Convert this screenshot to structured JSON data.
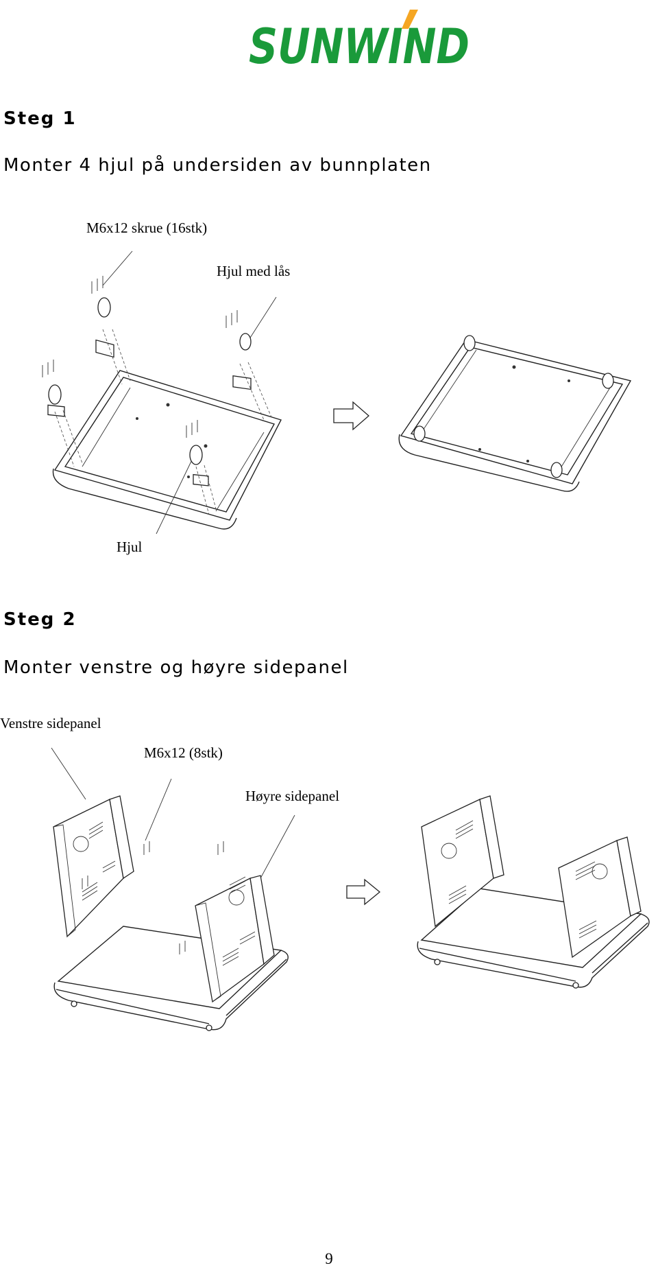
{
  "header": {
    "brand": "SUNWIND",
    "brand_color": "#1a9a3a",
    "accent_color": "#f5a623"
  },
  "step1": {
    "heading": "Steg 1",
    "instruction": "Monter 4 hjul på undersiden av bunnplaten",
    "labels": {
      "screws": "M6x12 skrue (16stk)",
      "locking_wheel": "Hjul med lås",
      "wheel": "Hjul"
    }
  },
  "step2": {
    "heading": "Steg 2",
    "instruction": "Monter venstre og høyre sidepanel",
    "labels": {
      "left_panel": "Venstre sidepanel",
      "screws": "M6x12 (8stk)",
      "right_panel": "Høyre sidepanel"
    }
  },
  "footer": {
    "page_number": "9"
  }
}
